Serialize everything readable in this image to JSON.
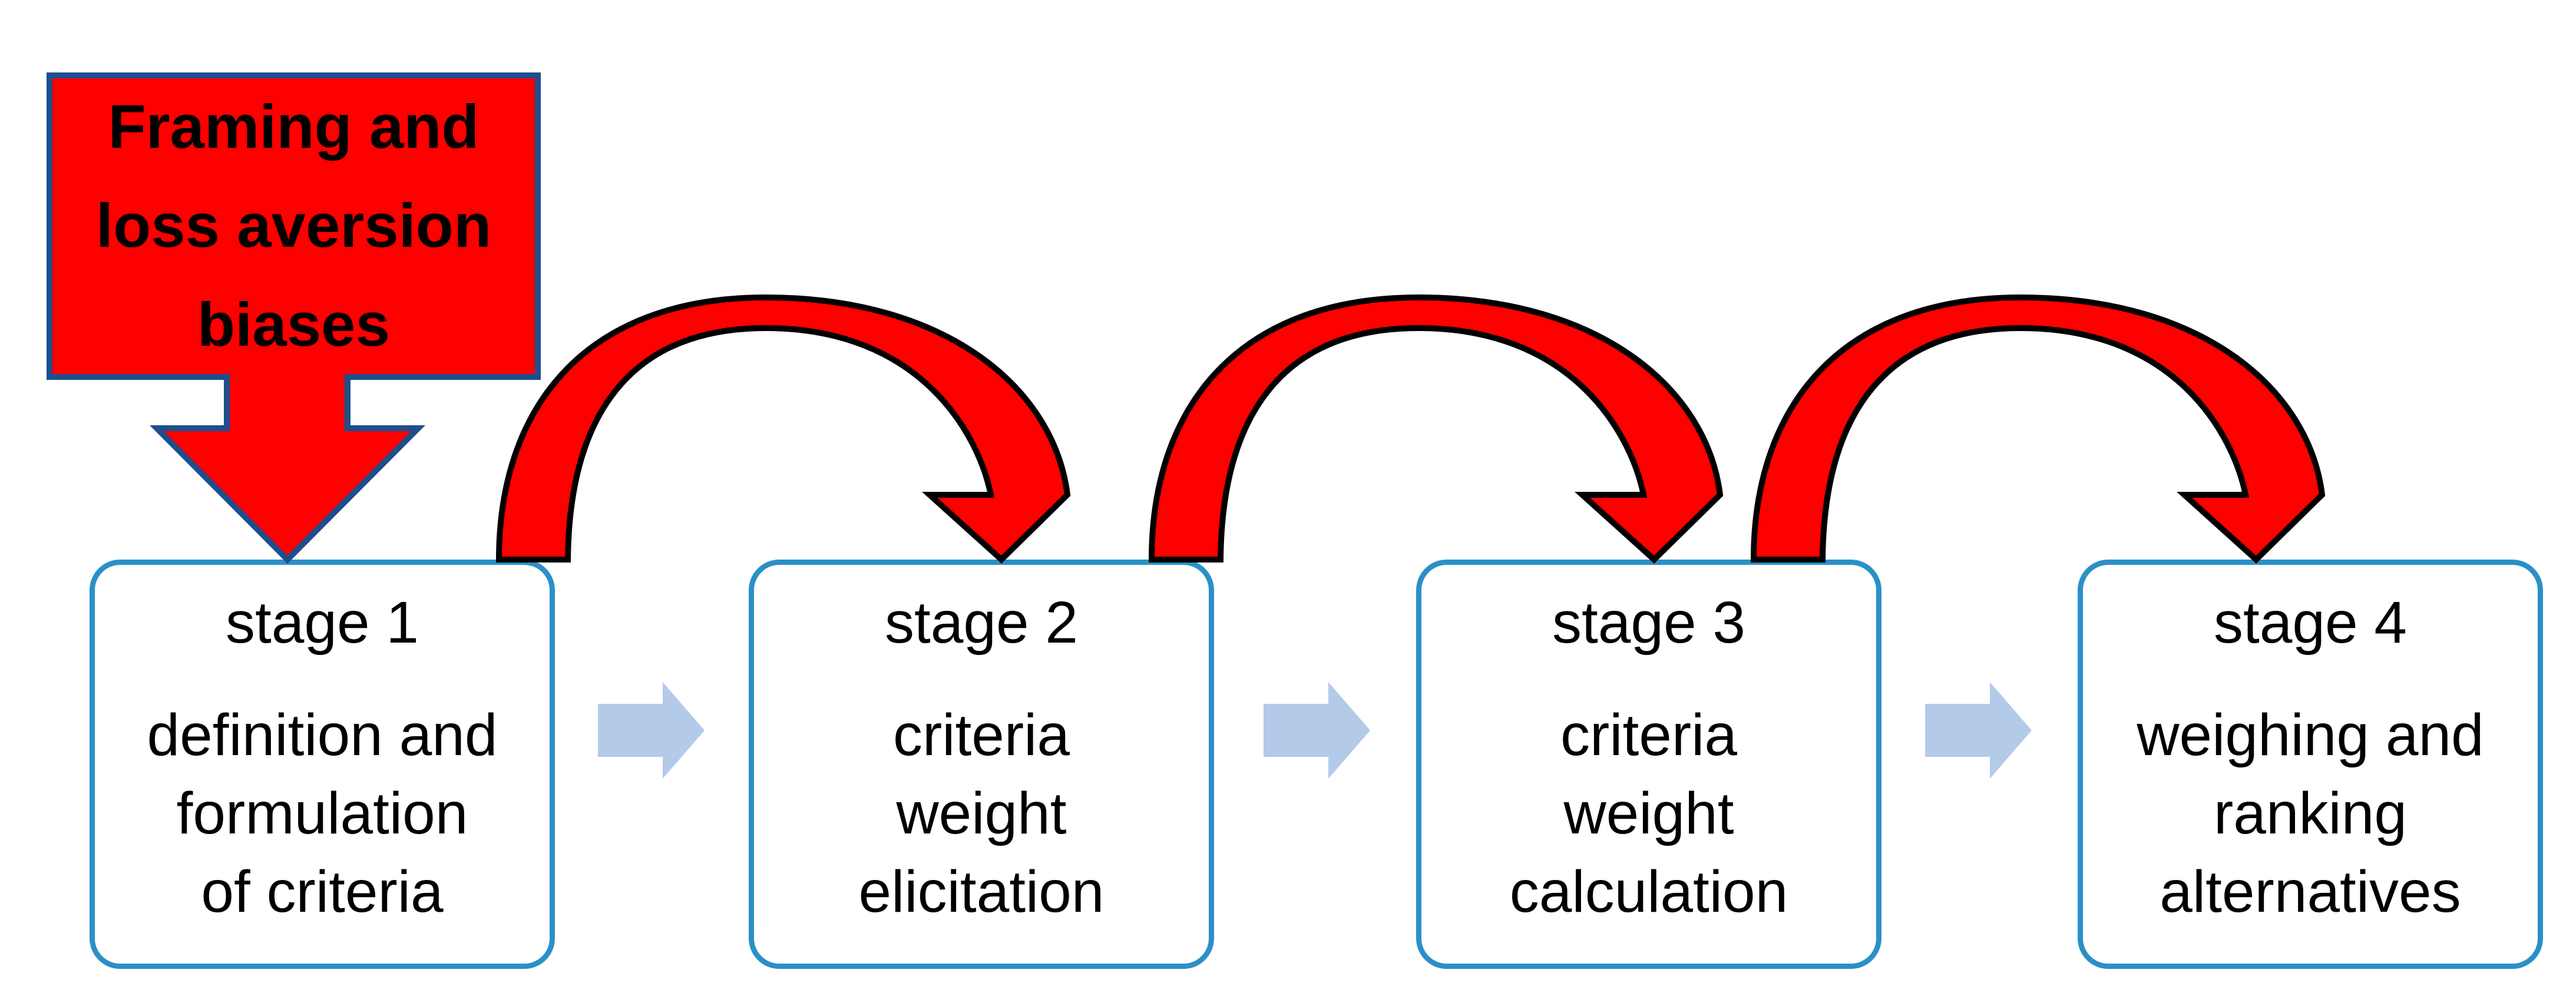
{
  "diagram": {
    "type": "process-flow",
    "biases_box": {
      "lines": [
        "Framing and",
        "loss aversion",
        "biases"
      ],
      "text": "Framing and loss aversion biases"
    },
    "stages": [
      {
        "title": "stage 1",
        "body_lines": [
          "definition and",
          "formulation",
          "of criteria"
        ]
      },
      {
        "title": "stage 2",
        "body_lines": [
          "criteria",
          "weight",
          "elicitation"
        ]
      },
      {
        "title": "stage 3",
        "body_lines": [
          "criteria",
          "weight",
          "calculation"
        ]
      },
      {
        "title": "stage 4",
        "body_lines": [
          "weighing and",
          "ranking",
          "alternatives"
        ]
      }
    ],
    "shapes": {
      "down_arrow": "down-block-arrow",
      "curved_arrow": "arched-right-arrow",
      "flow_arrow": "right-block-arrow"
    }
  },
  "colors": {
    "red": "#FF0000",
    "dark_blue": "#1E4E8E",
    "stage_border": "#2B90C7",
    "flow_arrow": "#B3CAE9",
    "arc_outline": "#000000",
    "text": "#000000",
    "background": "#FFFFFF"
  }
}
